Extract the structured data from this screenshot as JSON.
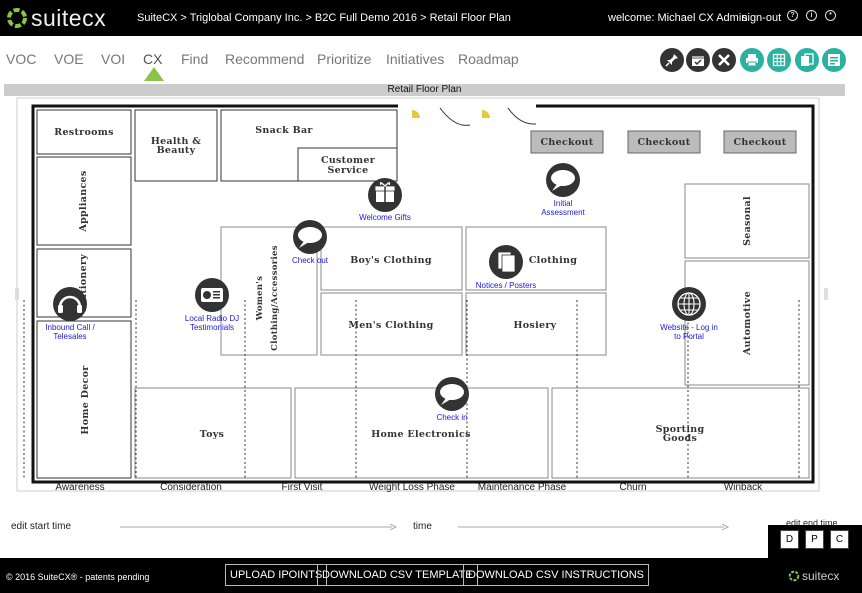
{
  "app": {
    "brand": "suitecx",
    "breadcrumb": "SuiteCX > Triglobal Company Inc. > B2C Full Demo 2016 > Retail Floor Plan",
    "welcome": "welcome: Michael CX Admin",
    "signout": "sign-out",
    "top_icons": [
      "help-icon",
      "info-icon",
      "settings-icon"
    ]
  },
  "nav": {
    "items": [
      "VOC",
      "VOE",
      "VOI",
      "CX",
      "Find",
      "Recommend",
      "Prioritize",
      "Initiatives",
      "Roadmap"
    ],
    "active": "CX",
    "active_color": "#8bc34a"
  },
  "toolbar": {
    "icons": [
      {
        "name": "pin-icon",
        "color": "#333333"
      },
      {
        "name": "calendar-icon",
        "color": "#333333"
      },
      {
        "name": "tools-icon",
        "color": "#333333"
      },
      {
        "name": "print-icon",
        "color": "#2bb1a0"
      },
      {
        "name": "grid-icon",
        "color": "#2bb1a0"
      },
      {
        "name": "copy-icon",
        "color": "#2bb1a0"
      },
      {
        "name": "export-icon",
        "color": "#2bb1a0"
      }
    ]
  },
  "page": {
    "title": "Retail Floor Plan"
  },
  "floorplan": {
    "departments": {
      "restrooms": "Restrooms",
      "health_beauty_1": "Health &",
      "health_beauty_2": "Beauty",
      "snack_bar": "Snack Bar",
      "customer_service_1": "Customer",
      "customer_service_2": "Service",
      "checkout_1": "Checkout",
      "checkout_2": "Checkout",
      "checkout_3": "Checkout",
      "appliances": "Appliances",
      "stationery": "Stationery",
      "home_decor": "Home Decor",
      "womens_1": "Women's",
      "womens_2": "Clothing/Accessories",
      "boys_clothing": "Boy's Clothing",
      "mens_clothing": "Men's Clothing",
      "clothing": "Clothing",
      "hosiery": "Hosiery",
      "seasonal": "Seasonal",
      "automotive": "Automotive",
      "toys": "Toys",
      "home_electronics": "Home Electronics",
      "sporting_1": "Sporting",
      "sporting_2": "Goods"
    },
    "touchpoints": {
      "welcome_gifts": "Welcome Gifts",
      "initial_assessment_1": "Initial",
      "initial_assessment_2": "Assessment",
      "checkout": "Check out",
      "notices": "Notices / Posters",
      "inbound_call_1": "Inbound Call /",
      "inbound_call_2": "Telesales",
      "local_radio_1": "Local Radio DJ",
      "local_radio_2": "Testimonials",
      "website_1": "Website - Log in",
      "website_2": "to Portal",
      "check_in": "Check in"
    },
    "phases": [
      "Awareness",
      "Consideration",
      "First Visit",
      "Weight Loss Phase",
      "Maintenance Phase",
      "Churn",
      "Winback"
    ]
  },
  "timeline": {
    "start": "edit start time",
    "center": "time",
    "end": "edit end time"
  },
  "view_toggle": [
    "D",
    "P",
    "C"
  ],
  "footer": {
    "copyright": "© 2016 SuiteCX® - patents pending",
    "buttons": [
      "UPLOAD IPOINTS",
      "DOWNLOAD CSV TEMPLATE",
      "DOWNLOAD CSV INSTRUCTIONS"
    ],
    "brand": "suitecx"
  }
}
